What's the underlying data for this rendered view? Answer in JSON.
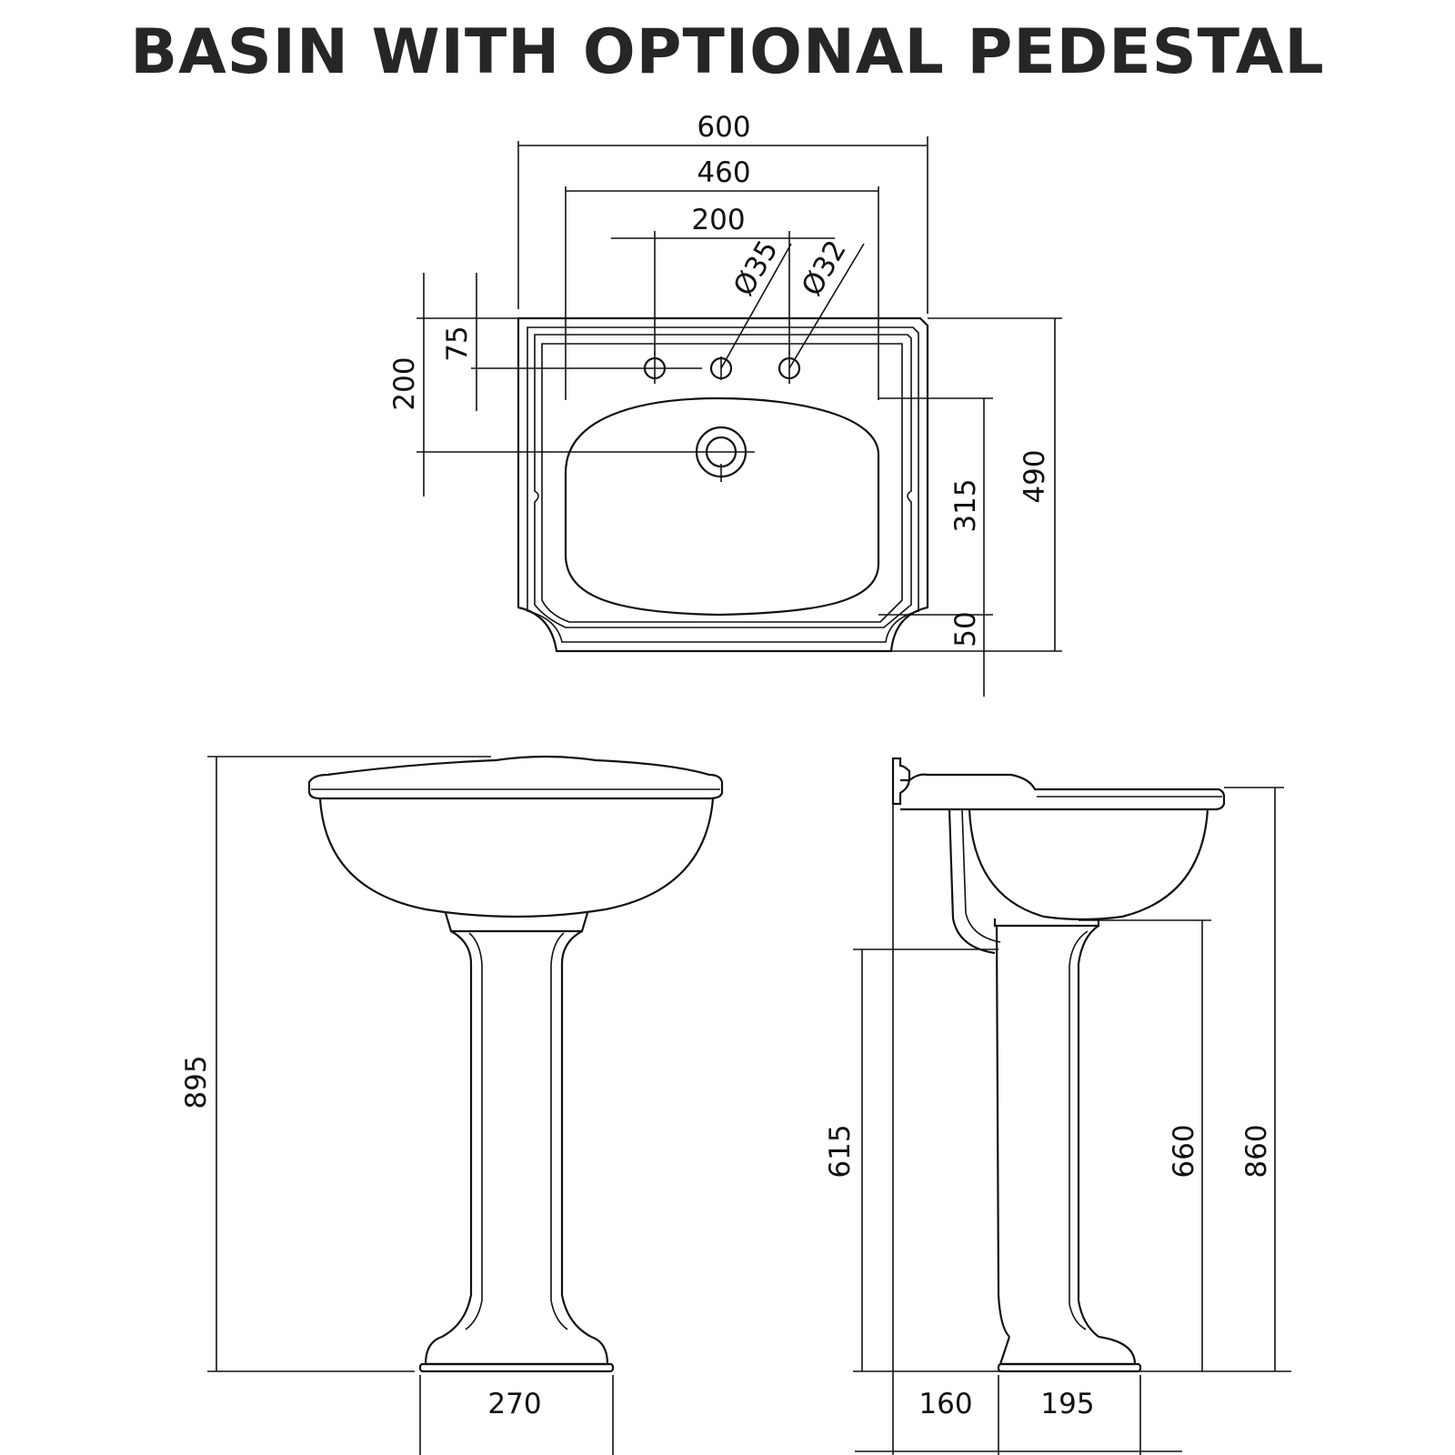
{
  "title": "BASIN WITH OPTIONAL PEDESTAL",
  "dims": {
    "w600": "600",
    "w460": "460",
    "w200": "200",
    "d35": "Ø35",
    "d32": "Ø32",
    "h75": "75",
    "h200": "200",
    "h490": "490",
    "h315": "315",
    "h50": "50",
    "h895": "895",
    "w270": "270",
    "h615": "615",
    "h660": "660",
    "h860": "860",
    "w160": "160",
    "w195": "195"
  }
}
